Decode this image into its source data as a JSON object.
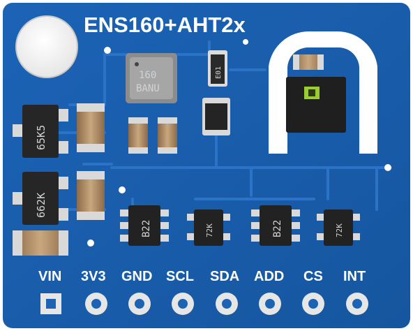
{
  "board": {
    "title": "ENS160+AHT2x",
    "colors": {
      "pcb": "#1a5fb0",
      "pcb_dark": "#134f97",
      "trace": "#2a70c2",
      "silkscreen": "#ffffff",
      "pad": "#d9d9d9"
    }
  },
  "chips": {
    "sensor_top_mark": "160",
    "sensor_bottom_mark": "BANU",
    "diode_mark": "E01",
    "regulator_1_mark": "65K5",
    "regulator_2_mark": "662K",
    "mosfet_array_1_mark": "B22",
    "mosfet_array_2_mark": "72K",
    "mosfet_array_3_mark": "B22",
    "mosfet_array_4_mark": "72K"
  },
  "pins": [
    {
      "label": "VIN"
    },
    {
      "label": "3V3"
    },
    {
      "label": "GND"
    },
    {
      "label": "SCL"
    },
    {
      "label": "SDA"
    },
    {
      "label": "ADD"
    },
    {
      "label": "CS"
    },
    {
      "label": "INT"
    }
  ]
}
